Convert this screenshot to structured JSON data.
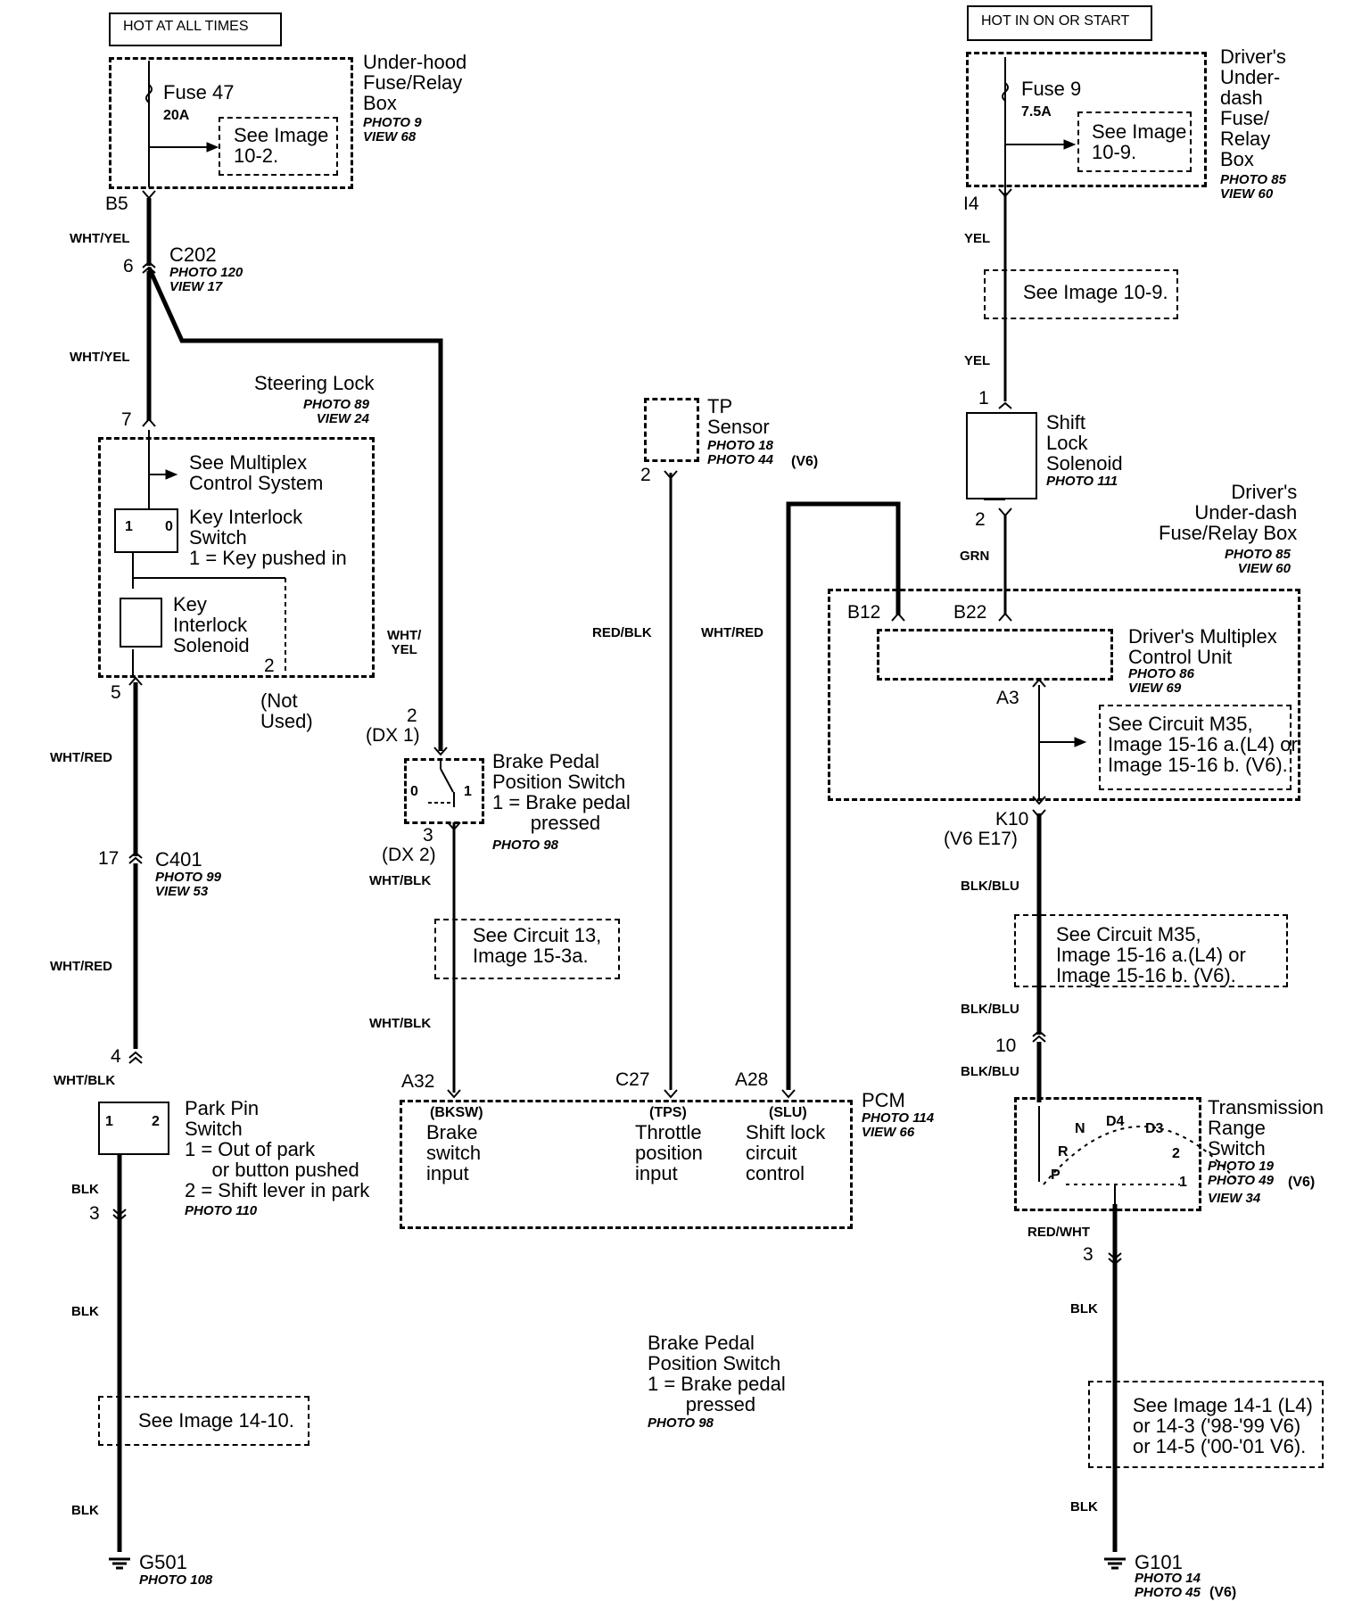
{
  "left_column": {
    "hot_label": "HOT AT ALL TIMES",
    "fuse_box_name": "Under-hood\nFuse/Relay\nBox",
    "fuse_box_photo": "PHOTO 9\nVIEW 68",
    "fuse_label": "Fuse 47",
    "fuse_rating": "20A",
    "fuse_see": "See Image\n10-2.",
    "pin_b5": "B5",
    "wire_wht_yel_1": "WHT/YEL",
    "c202_pin": "6",
    "c202": "C202",
    "c202_photo": "PHOTO 120\nVIEW 17",
    "wire_wht_yel_2": "WHT/YEL",
    "steering_lock": "Steering Lock",
    "steering_lock_photo": "PHOTO 89\nVIEW 24",
    "pin_7": "7",
    "see_multiplex": "See Multiplex\nControl System",
    "key_interlock_switch": "Key Interlock\nSwitch\n1 = Key pushed in",
    "switch_pos_1": "1",
    "switch_pos_0": "0",
    "key_interlock_solenoid": "Key\nInterlock\nSolenoid",
    "pin_2_not_used": "2",
    "not_used": "(Not\nUsed)",
    "pin_5": "5",
    "wire_wht_red_1": "WHT/RED",
    "c401_pin": "17",
    "c401": "C401",
    "c401_photo": "PHOTO 99\nVIEW 53",
    "wire_wht_red_2": "WHT/RED",
    "pin_4": "4",
    "wire_wht_blk": "WHT/BLK",
    "park_pin_switch": "Park Pin\nSwitch\n1 = Out of park\n     or button pushed\n2 = Shift lever in park",
    "park_pin_photo": "PHOTO 110",
    "park_pos_1": "1",
    "park_pos_2": "2",
    "wire_blk_1": "BLK",
    "pin_3": "3",
    "wire_blk_2": "BLK",
    "see_image_14_10": "See Image 14-10.",
    "wire_blk_3": "BLK",
    "ground": "G501",
    "ground_photo": "PHOTO 108"
  },
  "middle": {
    "wire_wht_yel_vertical": "WHT/\nYEL",
    "brake_pin_2": "2",
    "brake_dx1": "(DX 1)",
    "brake_switch": "Brake Pedal\nPosition Switch\n1 = Brake pedal\n       pressed",
    "brake_photo": "PHOTO 98",
    "brake_pos_0": "0",
    "brake_pos_1": "1",
    "brake_pin_3": "3",
    "brake_dx2": "(DX 2)",
    "wire_wht_blk_1": "WHT/BLK",
    "see_circuit_13": "See Circuit 13,\nImage 15-3a.",
    "wire_wht_blk_2": "WHT/BLK",
    "tp_sensor": "TP\nSensor",
    "tp_photo": "PHOTO 18\nPHOTO 44",
    "tp_photo_v6": "(V6)",
    "tp_pin_2": "2",
    "wire_red_blk": "RED/BLK",
    "wire_wht_red": "WHT/RED",
    "pcm_pin_a32": "A32",
    "pcm_pin_c27": "C27",
    "pcm_pin_a28": "A28",
    "pcm": "PCM",
    "pcm_photo": "PHOTO 114\nVIEW 66",
    "pcm_bksw": "(BKSW)",
    "pcm_bksw_desc": "Brake\nswitch\ninput",
    "pcm_tps": "(TPS)",
    "pcm_tps_desc": "Throttle\nposition\ninput",
    "pcm_slu": "(SLU)",
    "pcm_slu_desc": "Shift lock\ncircuit\ncontrol",
    "legend_text": "Brake Pedal\nPosition Switch\n1 = Brake pedal\n       pressed",
    "legend_photo": "PHOTO 98"
  },
  "right_column": {
    "hot_label": "HOT IN ON OR START",
    "fuse_box_name": "Driver's\nUnder-\ndash\nFuse/\nRelay\nBox",
    "fuse_box_photo": "PHOTO 85\nVIEW 60",
    "fuse_label": "Fuse 9",
    "fuse_rating": "7.5A",
    "fuse_see": "See Image\n10-9.",
    "pin_i4": "I4",
    "wire_yel_1": "YEL",
    "see_image_10_9": "See Image 10-9.",
    "wire_yel_2": "YEL",
    "sol_pin_1": "1",
    "shift_lock_solenoid": "Shift\nLock\nSolenoid",
    "shift_lock_photo": "PHOTO 111",
    "sol_pin_2": "2",
    "wire_grn": "GRN",
    "underdash_box": "Driver's\nUnder-dash\nFuse/Relay Box",
    "underdash_photo": "PHOTO 85\nVIEW 60",
    "pin_b12": "B12",
    "pin_b22": "B22",
    "mcu": "Driver's Multiplex\nControl Unit",
    "mcu_photo": "PHOTO 86\nVIEW 69",
    "pin_a3": "A3",
    "see_circuit_m35_1": "See Circuit M35,\nImage 15-16 a.(L4) or\nImage 15-16 b. (V6).",
    "pin_k10": "K10",
    "pin_v6_e17": "(V6 E17)",
    "wire_blk_blu_1": "BLK/BLU",
    "see_circuit_m35_2": "See Circuit M35,\nImage 15-16 a.(L4) or\nImage 15-16 b. (V6).",
    "wire_blk_blu_2": "BLK/BLU",
    "pin_10": "10",
    "wire_blk_blu_3": "BLK/BLU",
    "trs": "Transmission\nRange\nSwitch",
    "trs_photo": "PHOTO 19\nPHOTO 49",
    "trs_photo_v6": "(V6)",
    "trs_view": "VIEW 34",
    "trs_n": "N",
    "trs_d4": "D4",
    "trs_d3": "D3",
    "trs_r": "R",
    "trs_2": "2",
    "trs_p": "P",
    "trs_1": "1",
    "wire_red_wht": "RED/WHT",
    "pin_3": "3",
    "wire_blk_1": "BLK",
    "see_image_14": "See Image 14-1 (L4)\nor 14-3 ('98-'99 V6)\nor 14-5 ('00-'01 V6).",
    "wire_blk_2": "BLK",
    "ground": "G101",
    "ground_photo": "PHOTO 14\nPHOTO 45",
    "ground_photo_v6": "(V6)"
  }
}
